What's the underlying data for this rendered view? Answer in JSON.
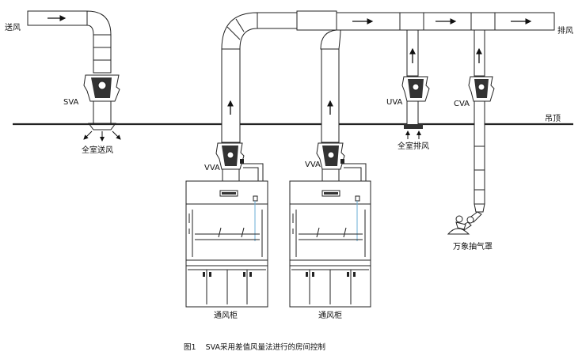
{
  "labels": {
    "supply_air": "送风",
    "exhaust_air": "排风",
    "ceiling": "吊顶",
    "sva": "SVA",
    "room_supply": "全室送风",
    "vva_1": "VVA",
    "vva_2": "VVA",
    "uva": "UVA",
    "room_exhaust": "全室排风",
    "cva": "CVA",
    "universal_hood": "万象抽气罩",
    "fume_hood_1": "通风柜",
    "fume_hood_2": "通风柜"
  },
  "caption": "图1    SVA采用差值风量法进行的房间控制"
}
